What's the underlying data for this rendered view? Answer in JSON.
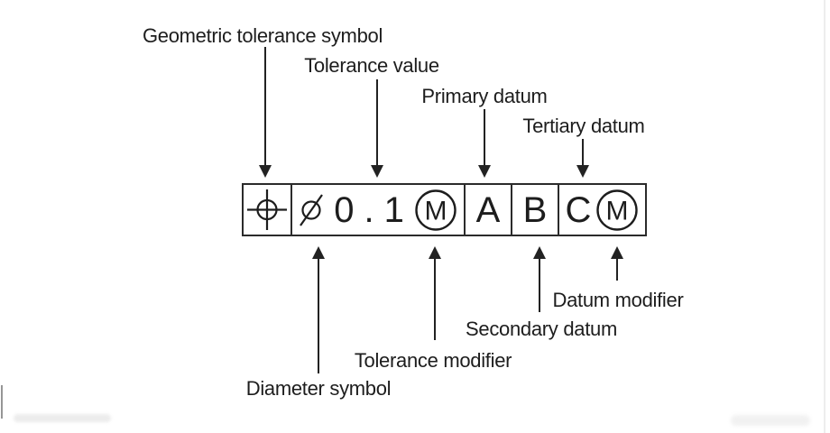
{
  "colors": {
    "ink": "#1d1d1d",
    "line": "#222222",
    "frame_border": "#2b2b2b",
    "background": "#ffffff"
  },
  "icons": {
    "position_symbol": "position-crosshair-circle-icon",
    "diameter_symbol": "slashed-circle-icon",
    "material_modifier": "circled-m-icon"
  },
  "frame": {
    "tolerance_value_parts": [
      "0",
      ".",
      "1"
    ],
    "tolerance_value": "0.1",
    "tolerance_modifier_letter": "M",
    "datum_primary_letter": "A",
    "datum_secondary_letter": "B",
    "datum_tertiary_letter": "C",
    "datum_modifier_letter": "M"
  },
  "labels": {
    "geometric_tolerance_symbol": "Geometric tolerance symbol",
    "tolerance_value": "Tolerance value",
    "primary_datum": "Primary datum",
    "tertiary_datum": "Tertiary datum",
    "datum_modifier": "Datum modifier",
    "secondary_datum": "Secondary datum",
    "tolerance_modifier": "Tolerance modifier",
    "diameter_symbol": "Diameter symbol"
  }
}
